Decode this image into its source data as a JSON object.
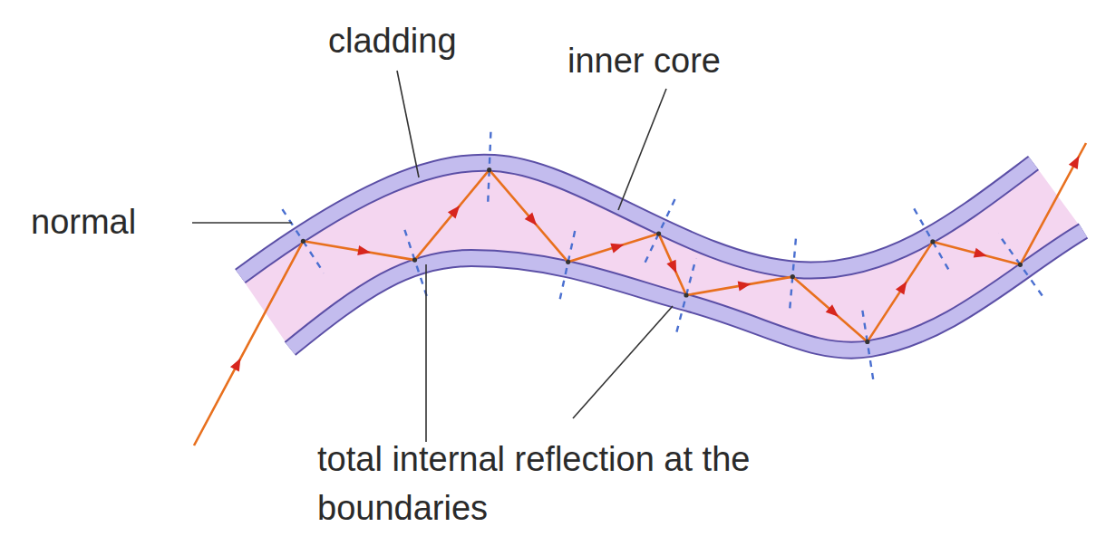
{
  "diagram": {
    "labels": [
      "cladding",
      "inner core",
      "normal",
      "total internal reflection at the boundaries"
    ]
  }
}
